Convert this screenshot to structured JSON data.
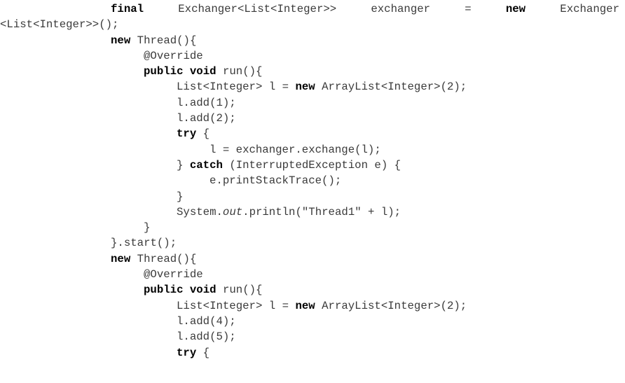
{
  "code_lines": [
    {
      "indent": 1,
      "justify": true,
      "segments": [
        {
          "t": "final",
          "b": true
        },
        {
          "t": "Exchanger<List<Integer>>"
        },
        {
          "t": "exchanger"
        },
        {
          "t": "="
        },
        {
          "t": "new",
          "b": true
        },
        {
          "t": "Exchanger"
        }
      ]
    },
    {
      "indent": 0,
      "segments": [
        {
          "t": "<List<Integer>>();"
        }
      ]
    },
    {
      "indent": 1,
      "segments": [
        {
          "t": "new",
          "b": true
        },
        {
          "t": " Thread(){"
        }
      ]
    },
    {
      "indent": 2,
      "segments": [
        {
          "t": "@Override"
        }
      ]
    },
    {
      "indent": 2,
      "segments": [
        {
          "t": "public void",
          "b": true
        },
        {
          "t": " run(){"
        }
      ]
    },
    {
      "indent": 3,
      "segments": [
        {
          "t": "List<Integer> l = "
        },
        {
          "t": "new",
          "b": true
        },
        {
          "t": " ArrayList<Integer>(2);"
        }
      ]
    },
    {
      "indent": 3,
      "segments": [
        {
          "t": "l.add(1);"
        }
      ]
    },
    {
      "indent": 3,
      "segments": [
        {
          "t": "l.add(2);"
        }
      ]
    },
    {
      "indent": 3,
      "segments": [
        {
          "t": "try",
          "b": true
        },
        {
          "t": " {"
        }
      ]
    },
    {
      "indent": 4,
      "segments": [
        {
          "t": "l = exchanger.exchange(l);"
        }
      ]
    },
    {
      "indent": 3,
      "segments": [
        {
          "t": "} "
        },
        {
          "t": "catch",
          "b": true
        },
        {
          "t": " (InterruptedException e) {"
        }
      ]
    },
    {
      "indent": 4,
      "segments": [
        {
          "t": "e.printStackTrace();"
        }
      ]
    },
    {
      "indent": 3,
      "segments": [
        {
          "t": "}"
        }
      ]
    },
    {
      "indent": 3,
      "segments": [
        {
          "t": "System."
        },
        {
          "t": "out",
          "i": true
        },
        {
          "t": ".println(\"Thread1\" + l);"
        }
      ]
    },
    {
      "indent": 2,
      "segments": [
        {
          "t": "}"
        }
      ]
    },
    {
      "indent": 1,
      "segments": [
        {
          "t": "}.start();"
        }
      ]
    },
    {
      "indent": 1,
      "segments": [
        {
          "t": "new",
          "b": true
        },
        {
          "t": " Thread(){"
        }
      ]
    },
    {
      "indent": 2,
      "segments": [
        {
          "t": "@Override"
        }
      ]
    },
    {
      "indent": 2,
      "segments": [
        {
          "t": "public void",
          "b": true
        },
        {
          "t": " run(){"
        }
      ]
    },
    {
      "indent": 3,
      "segments": [
        {
          "t": "List<Integer> l = "
        },
        {
          "t": "new",
          "b": true
        },
        {
          "t": " ArrayList<Integer>(2);"
        }
      ]
    },
    {
      "indent": 3,
      "segments": [
        {
          "t": "l.add(4);"
        }
      ]
    },
    {
      "indent": 3,
      "segments": [
        {
          "t": "l.add(5);"
        }
      ]
    },
    {
      "indent": 3,
      "segments": [
        {
          "t": "try",
          "b": true
        },
        {
          "t": " {"
        }
      ]
    }
  ]
}
